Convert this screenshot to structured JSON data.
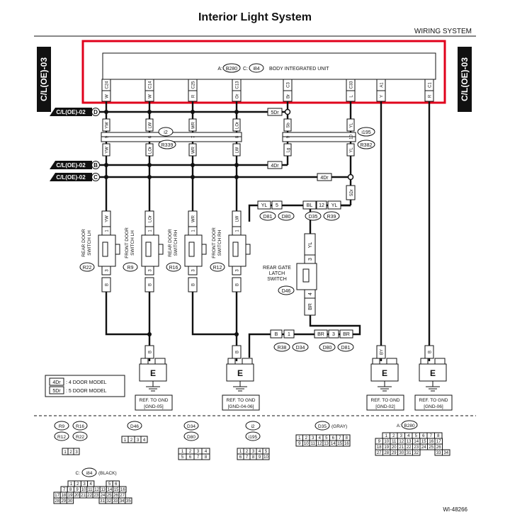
{
  "header": {
    "title": "Interior Light System",
    "section": "WIRING SYSTEM",
    "page_ref": "C/L(OE)-03",
    "figure_id": "WI-48266"
  },
  "unit": {
    "label_prefix_a": "A:",
    "connector_a": "B280",
    "label_prefix_c": "C:",
    "connector_c": "i84",
    "name": "BODY INTEGRATED UNIT",
    "pins": [
      "C24",
      "C14",
      "C25",
      "C13",
      "C3",
      "C33",
      "A1",
      "C1"
    ],
    "wires": [
      "W",
      "W",
      "R",
      "Or",
      "Br",
      "L",
      "Y",
      "R"
    ]
  },
  "cross_refs": [
    {
      "label": "C/L(OE)-02",
      "node": "D"
    },
    {
      "label": "C/L(OE)-02",
      "node": "B"
    },
    {
      "label": "C/L(OE)-02",
      "node": "C"
    }
  ],
  "model_tags": {
    "four": "4Dr",
    "five": "5Dr"
  },
  "connectors": {
    "i2": {
      "name": "i2",
      "sub": "R339",
      "pins": [
        "9",
        "6",
        "7",
        "8"
      ],
      "top": [
        "YW",
        "LW",
        "WR",
        "LOr"
      ],
      "bottom": [
        "YW",
        "LOr",
        "WR",
        "LW"
      ]
    },
    "i195": {
      "name": "i195",
      "sub": "R382",
      "pins": [
        "9",
        "10"
      ],
      "top": [
        "Sb",
        "YL"
      ],
      "bottom": [
        "Lg",
        "YL"
      ]
    },
    "d81_d80": {
      "a": "D81",
      "b": "D80",
      "wire": "YL",
      "pin": "5"
    },
    "d35_r39": {
      "a": "D35",
      "b": "R39",
      "wire_left": "BL",
      "pin": "12",
      "wire_right": "YL"
    },
    "r38_d34": {
      "a": "R38",
      "b": "D34",
      "wire": "B",
      "pin": "1"
    },
    "d80_d81": {
      "a": "D80",
      "b": "D81",
      "wire_left": "BR",
      "pin": "3",
      "wire_right": "BR"
    }
  },
  "switches": [
    {
      "name": "REAR DOOR SWITCH LH",
      "line1": "REAR DOOR",
      "line2": "SWITCH LH",
      "ref": "R22",
      "top_wire": "YW",
      "bottom_wire": "B",
      "pin_top": "1",
      "pin_bottom": "3"
    },
    {
      "name": "FRONT DOOR SWITCH LH",
      "line1": "FRONT DOOR",
      "line2": "SWITCH LH",
      "ref": "R9",
      "top_wire": "LOr",
      "bottom_wire": "B",
      "pin_top": "1",
      "pin_bottom": "3"
    },
    {
      "name": "REAR DOOR SWITCH RH",
      "line1": "REAR DOOR",
      "line2": "SWITCH RH",
      "ref": "R16",
      "top_wire": "WR",
      "bottom_wire": "B",
      "pin_top": "1",
      "pin_bottom": "3"
    },
    {
      "name": "FRONT DOOR SWITCH RH",
      "line1": "FRONT DOOR",
      "line2": "SWITCH RH",
      "ref": "R12",
      "top_wire": "LW",
      "bottom_wire": "B",
      "pin_top": "1",
      "pin_bottom": "3"
    }
  ],
  "rear_gate": {
    "line1": "REAR GATE",
    "line2": "LATCH",
    "line3": "SWITCH",
    "ref": "D46",
    "top_wire": "YL",
    "bottom_wire": "BR",
    "pin_top": "3",
    "pin_bottom": "4"
  },
  "grounds": [
    {
      "letter": "E",
      "line1": "REF. TO GND",
      "line2": "[GND-05]",
      "wire": "B"
    },
    {
      "letter": "E",
      "line1": "REF. TO GND",
      "line2": "[GND-04-06]",
      "wire": "B"
    },
    {
      "letter": "E",
      "line1": "REF. TO GND",
      "line2": "[GND-02]",
      "wire": "BY"
    },
    {
      "letter": "E",
      "line1": "REF. TO GND",
      "line2": "[GND-06]",
      "wire": "B"
    }
  ],
  "legend": [
    {
      "tag": "4Dr",
      "text": ": 4 DOOR MODEL"
    },
    {
      "tag": "5Dr",
      "text": ": 5 DOOR MODEL"
    }
  ],
  "connector_views": {
    "group1": {
      "names": [
        "R9",
        "R16",
        "R12",
        "R22"
      ],
      "pins": [
        "1",
        "2",
        "3"
      ]
    },
    "d46": {
      "name": "D46",
      "pins": [
        "1",
        "2",
        "3",
        "4"
      ]
    },
    "d34": {
      "name": "D34",
      "name2": "D80",
      "pins": [
        "1",
        "2",
        "3",
        "4",
        "5",
        "6",
        "7",
        "8"
      ]
    },
    "i2": {
      "name": "i2",
      "name2": "i195",
      "pins": [
        "1",
        "2",
        "3",
        "4",
        "5",
        "6",
        "7",
        "8",
        "9",
        "10"
      ]
    },
    "d35": {
      "name": "D35",
      "color": "(GRAY)",
      "pins": [
        "1",
        "2",
        "3",
        "4",
        "5",
        "6",
        "7",
        "8",
        "9",
        "10",
        "11",
        "12",
        "13",
        "14",
        "15",
        "16"
      ]
    },
    "b280": {
      "prefix": "A:",
      "name": "B280",
      "pins": [
        "1",
        "2",
        "3",
        "4",
        "5",
        "6",
        "7",
        "8",
        "9",
        "10",
        "11",
        "12",
        "13",
        "14",
        "15",
        "16",
        "17",
        "18",
        "19",
        "20",
        "21",
        "22",
        "23",
        "24",
        "25",
        "26",
        "27",
        "28",
        "29",
        "30",
        "31",
        "32",
        "33",
        "34"
      ]
    },
    "i84": {
      "prefix": "C:",
      "name": "i84",
      "color": "(BLACK)",
      "pins": [
        "1",
        "2",
        "3",
        "4",
        "5",
        "6",
        "7",
        "8",
        "9",
        "10",
        "11",
        "12",
        "13",
        "14",
        "15",
        "16",
        "17",
        "18",
        "19",
        "20",
        "21",
        "22",
        "23",
        "24",
        "25",
        "26",
        "27",
        "28",
        "29",
        "30",
        "31",
        "32",
        "33",
        "34",
        "35"
      ]
    }
  }
}
